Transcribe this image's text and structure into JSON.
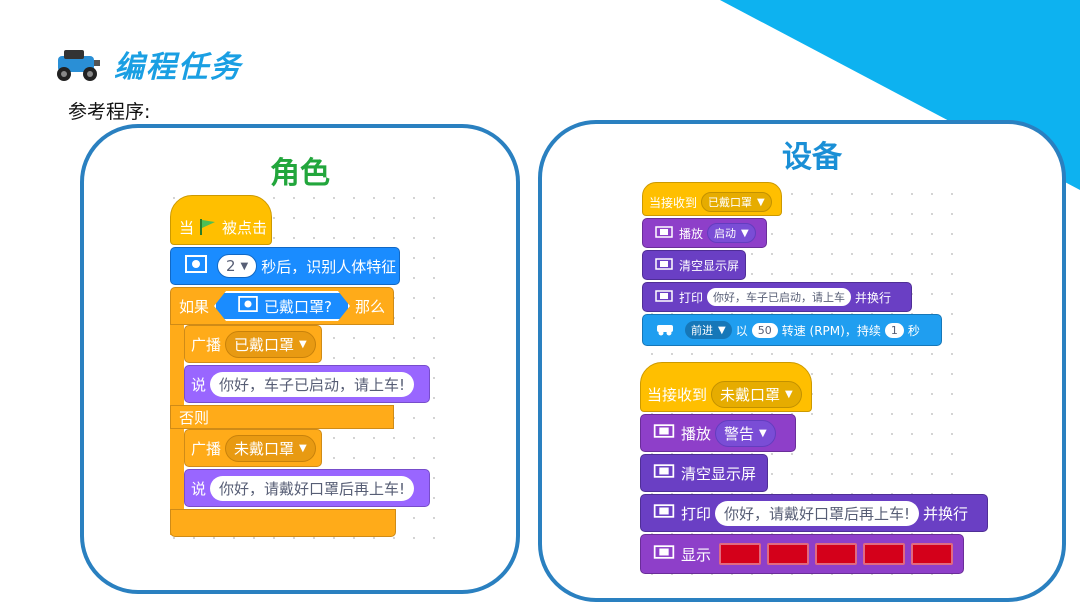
{
  "header": {
    "title": "编程任务",
    "subtitle": "参考程序:"
  },
  "left": {
    "title": "角色",
    "hat": {
      "when": "当",
      "clicked": "被点击"
    },
    "wait": {
      "num": "2",
      "text": "秒后，识别人体特征"
    },
    "if": {
      "label": "如果",
      "cond": "已戴口罩?",
      "then": "那么"
    },
    "b1": {
      "label": "广播",
      "msg": "已戴口罩"
    },
    "s1": {
      "label": "说",
      "msg": "你好，车子已启动，请上车!"
    },
    "else": "否则",
    "b2": {
      "label": "广播",
      "msg": "未戴口罩"
    },
    "s2": {
      "label": "说",
      "msg": "你好，请戴好口罩后再上车!"
    }
  },
  "right": {
    "title": "设备",
    "s1": {
      "recv": "当接收到",
      "msg": "已戴口罩",
      "play": "播放",
      "sound": "启动",
      "clear": "清空显示屏",
      "print": "打印",
      "text": "你好，车子已启动，请上车",
      "newline": "并换行",
      "dir": "前进",
      "at": "以",
      "rpm": "50",
      "rpm_label": "转速 (RPM)，持续",
      "dur": "1",
      "sec": "秒"
    },
    "s2": {
      "recv": "当接收到",
      "msg": "未戴口罩",
      "play": "播放",
      "sound": "警告",
      "clear": "清空显示屏",
      "print": "打印",
      "text": "你好，请戴好口罩后再上车!",
      "newline": "并换行",
      "show": "显示"
    }
  },
  "colors": {
    "accent": "#1a9fe3",
    "green_title": "#22a63c",
    "blue_title": "#1a8fd6",
    "led": "#d4001a"
  }
}
